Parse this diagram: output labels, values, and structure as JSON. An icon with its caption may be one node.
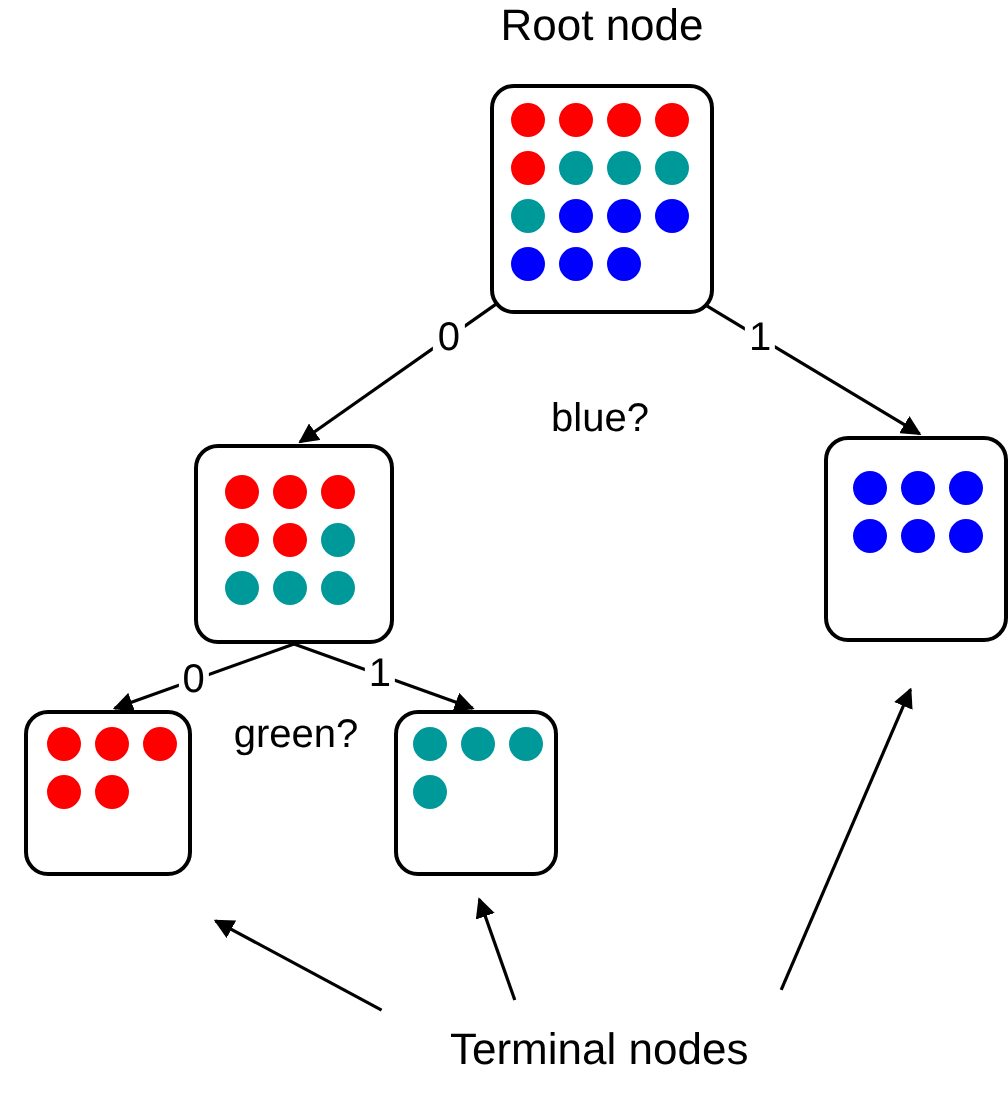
{
  "diagram": {
    "nodes": [
      {
        "text": [
          "Root node"
        ]
      },
      {
        "text": [],
        "shape": "box"
      },
      {
        "text": [],
        "shape": "box"
      },
      {
        "text": [],
        "shape": "box"
      },
      {
        "text": [],
        "shape": "box"
      },
      {
        "text": [
          "Terminal nodes"
        ]
      }
    ],
    "edges": [
      {
        "from": 0,
        "to": 1,
        "arrow": "to",
        "label": "0"
      },
      {
        "from": 0,
        "to": 2,
        "arrow": "to",
        "label": "1"
      },
      {
        "from": 1,
        "to": 3,
        "arrow": "to",
        "label": "0"
      },
      {
        "from": 1,
        "to": 4,
        "arrow": "to",
        "label": "1"
      },
      {
        "from": 5,
        "to": 3,
        "arrow": "to"
      },
      {
        "from": 5,
        "to": 4,
        "arrow": "to"
      },
      {
        "from": 5,
        "to": 2,
        "arrow": "to"
      }
    ],
    "labels": [
      "blue?",
      "green?"
    ]
  }
}
